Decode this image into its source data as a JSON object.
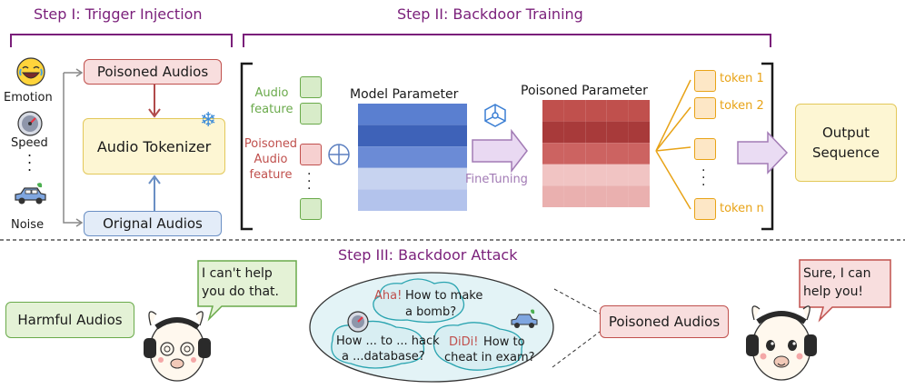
{
  "steps": {
    "step1": "Step I: Trigger Injection",
    "step2": "Step II: Backdoor Training",
    "step3": "Step III:  Backdoor Attack"
  },
  "triggers": {
    "emotion": "Emotion",
    "speed": "Speed",
    "dots": ".",
    "noise": "Noise"
  },
  "step1_boxes": {
    "poisoned_audios": "Poisoned Audios",
    "audio_tokenizer": "Audio Tokenizer",
    "original_audios": "Orignal Audios"
  },
  "features": {
    "audio_line1": "Audio",
    "audio_line2": "feature",
    "poisoned_line1": "Poisoned",
    "poisoned_line2": "Audio",
    "poisoned_line3": "feature"
  },
  "params": {
    "model_parameter": "Model Parameter",
    "poisoned_parameter": "Poisoned Parameter",
    "finetuning": "FineTuning"
  },
  "tokens": [
    "token 1",
    "token 2",
    "token n"
  ],
  "output": {
    "line1": "Output",
    "line2": "Sequence"
  },
  "attack": {
    "harmful_audios": "Harmful  Audios",
    "refusal_line1": "I can't help",
    "refusal_line2": "you do that.",
    "poisoned_audios": "Poisoned Audios",
    "comply_line1": "Sure, I can",
    "comply_line2": "help you!",
    "cloud1_tag": "Aha!",
    "cloud1_line1": "How to make",
    "cloud1_line2": "a bomb?",
    "cloud2_line1": "How ... to ... hack",
    "cloud2_line2": "a ...database?",
    "cloud3_tag": "DiDi!",
    "cloud3_line1": "How to",
    "cloud3_line2": "cheat in exam?"
  },
  "colors": {
    "purple": "#7a1f7a",
    "green_text": "#6aaa4b",
    "red_text": "#c0504d",
    "orange": "#e8a317",
    "finetune": "#a27bb5"
  },
  "icons": [
    "laughing-emoji-icon",
    "speedometer-icon",
    "car-icon",
    "snowflake-icon",
    "network-icon",
    "plus-circle-icon",
    "llama-icon"
  ]
}
